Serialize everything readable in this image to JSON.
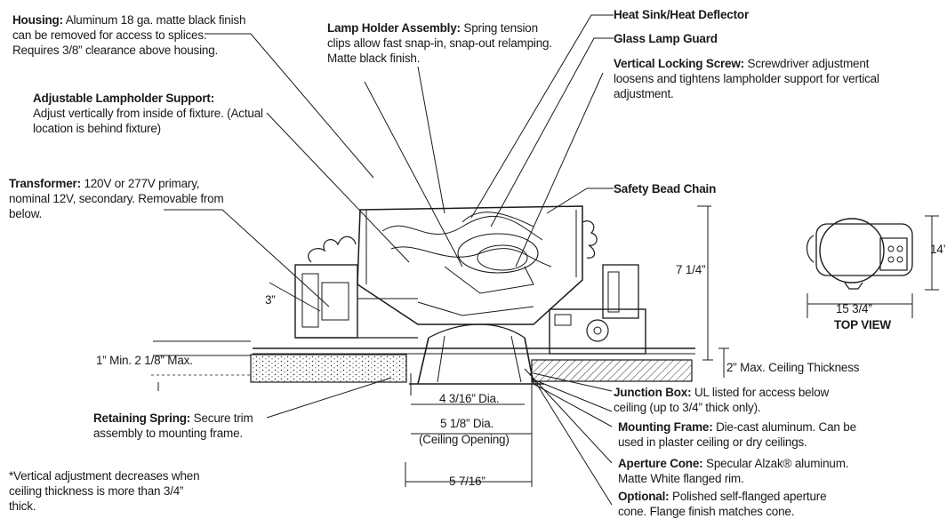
{
  "callouts": {
    "housing": {
      "title": "Housing:",
      "text": "Aluminum 18 ga. matte black finish can be removed for access to splices. Requires 3/8” clearance above housing."
    },
    "lamp_holder": {
      "title": "Lamp Holder Assembly:",
      "text": "Spring tension clips allow fast snap-in, snap-out relamping. Matte black finish."
    },
    "heat_sink": {
      "title": "Heat Sink/Heat Deflector"
    },
    "glass_guard": {
      "title": "Glass Lamp Guard"
    },
    "locking_screw": {
      "title": "Vertical Locking Screw:",
      "text": "Screwdriver adjustment loosens and tightens lampholder support for vertical adjustment."
    },
    "lampholder_support": {
      "title": "Adjustable Lampholder Support:",
      "text": "Adjust vertically from inside of fixture. (Actual location is behind fixture)"
    },
    "transformer": {
      "title": "Transformer:",
      "text": "120V or 277V primary, nominal 12V, secondary. Removable from below."
    },
    "safety_chain": {
      "title": "Safety Bead Chain"
    },
    "retaining_spring": {
      "title": "Retaining Spring:",
      "text": "Secure trim assembly to mounting frame."
    },
    "junction_box": {
      "title": "Junction Box:",
      "text": "UL listed for access below ceiling (up to 3/4” thick only)."
    },
    "mounting_frame": {
      "title": "Mounting Frame:",
      "text": "Die-cast aluminum. Can be used in plaster ceiling or dry ceilings."
    },
    "aperture_cone": {
      "title": "Aperture Cone:",
      "text": "Specular Alzak® aluminum. Matte White flanged rim."
    },
    "optional": {
      "title": "Optional:",
      "text": "Polished self-flanged aperture cone. Flange finish matches cone."
    }
  },
  "dimensions": {
    "height": "7 1/4”",
    "three": "3”",
    "min_max": "1” Min. 2 1/8” Max.",
    "ceiling_thickness": "2” Max. Ceiling Thickness",
    "dia1": "4 3/16” Dia.",
    "dia2": "5 1/8” Dia.",
    "ceiling_opening": "(Ceiling Opening)",
    "width_5716": "5 7/16”",
    "top_height": "14’",
    "top_width": "15 3/4”"
  },
  "top_view_label": "TOP VIEW",
  "footnote": "*Vertical adjustment decreases when ceiling thickness is more than 3/4” thick."
}
